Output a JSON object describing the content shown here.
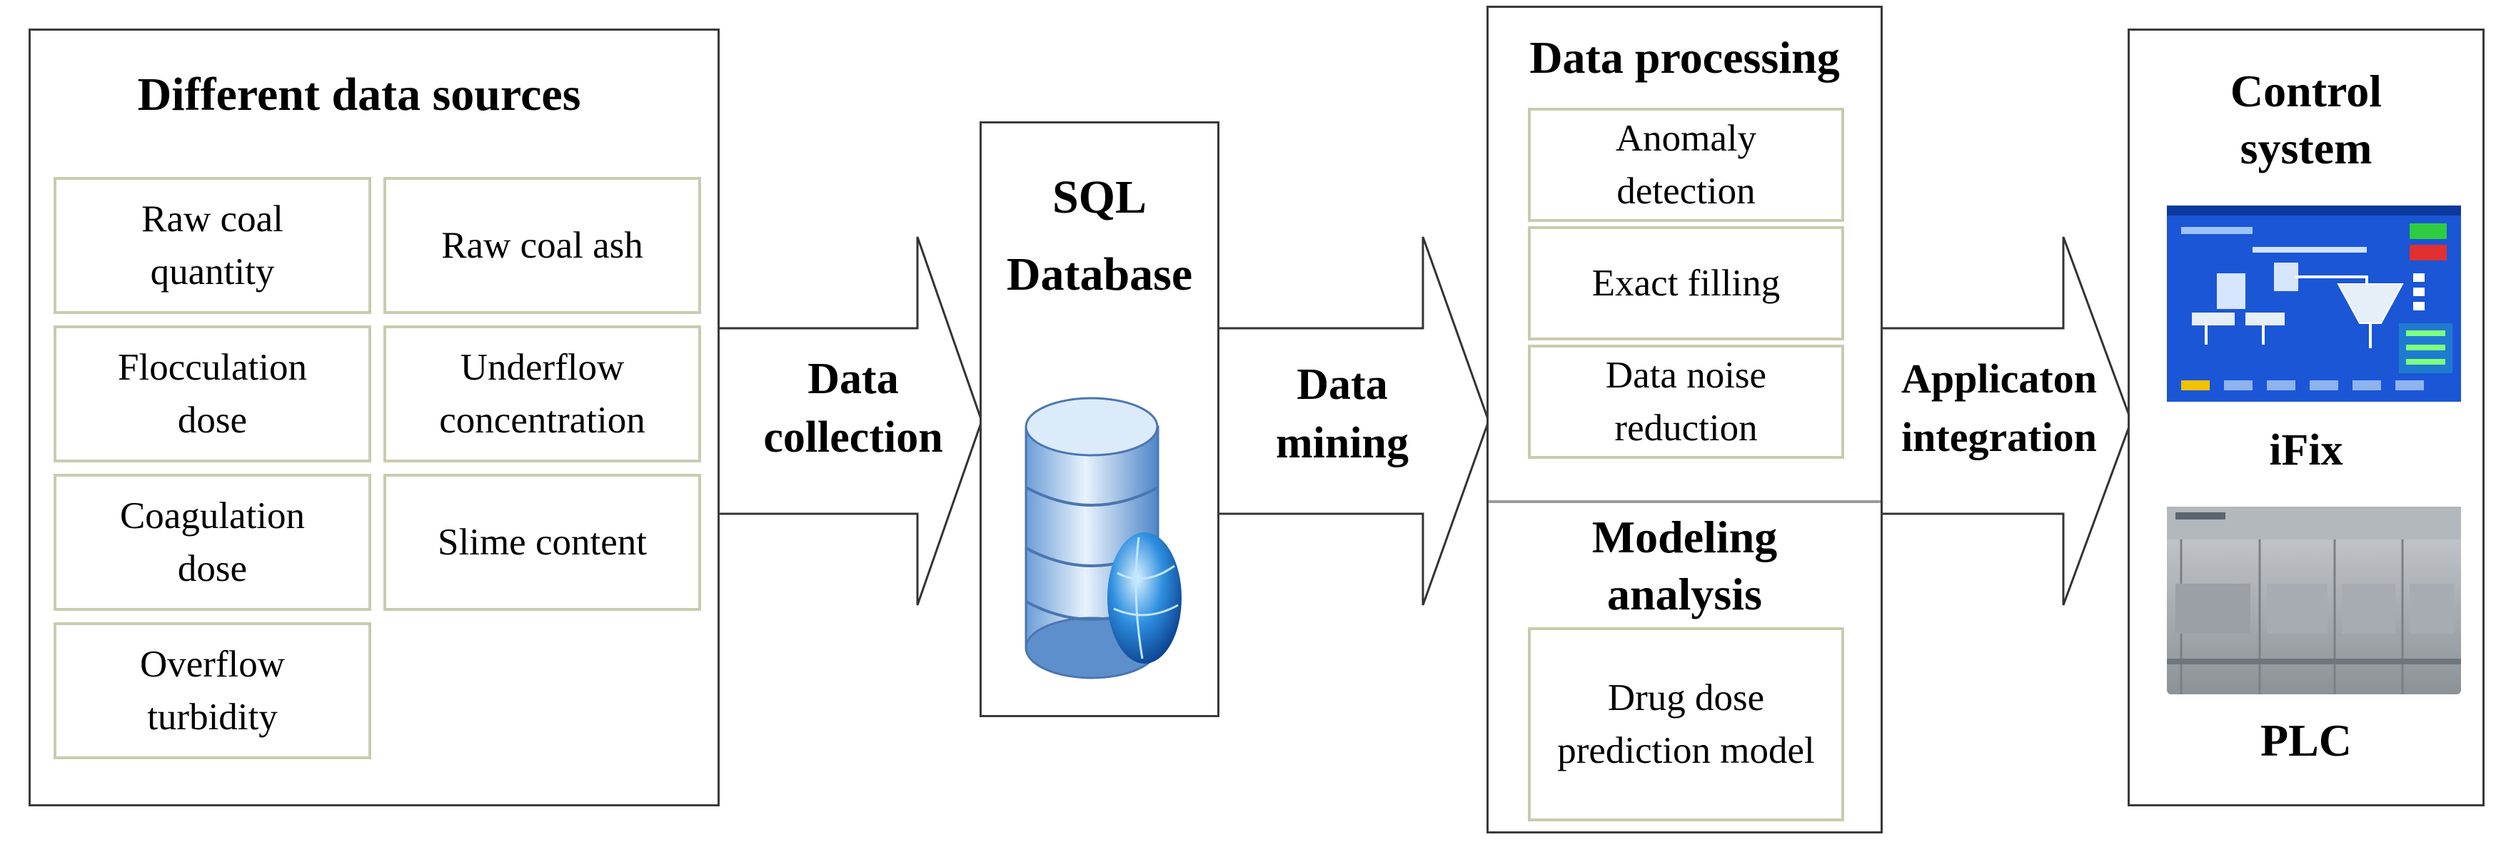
{
  "sources": {
    "title": "Different data sources",
    "items": [
      "Raw  coal\nquantity",
      "Raw coal ash",
      "Flocculation\ndose",
      "Underflow\nconcentration",
      "Coagulation\ndose",
      "Slime content",
      "Overflow\nturbidity"
    ]
  },
  "arrows": {
    "collection": "Data\ncollection",
    "mining": "Data\nmining",
    "integration": "Applicaton\nintegration"
  },
  "database": {
    "title": "SQL\nDatabase",
    "icon": "database-icon"
  },
  "processing": {
    "title": "Data processing",
    "items": [
      "Anomaly\ndetection",
      "Exact filling",
      "Data noise\nreduction"
    ]
  },
  "modeling": {
    "title": "Modeling\nanalysis",
    "items": [
      "Drug dose\nprediction model"
    ]
  },
  "control": {
    "title": "Control\nsystem",
    "ifix_label": "iFix",
    "plc_label": "PLC",
    "ifix_icon": "scada-screen-icon",
    "plc_icon": "plc-hardware-icon"
  },
  "colors": {
    "item_border": "#c9cbae",
    "panel_border": "#3a3a3a",
    "hmi_blue": "#1a56d6"
  }
}
